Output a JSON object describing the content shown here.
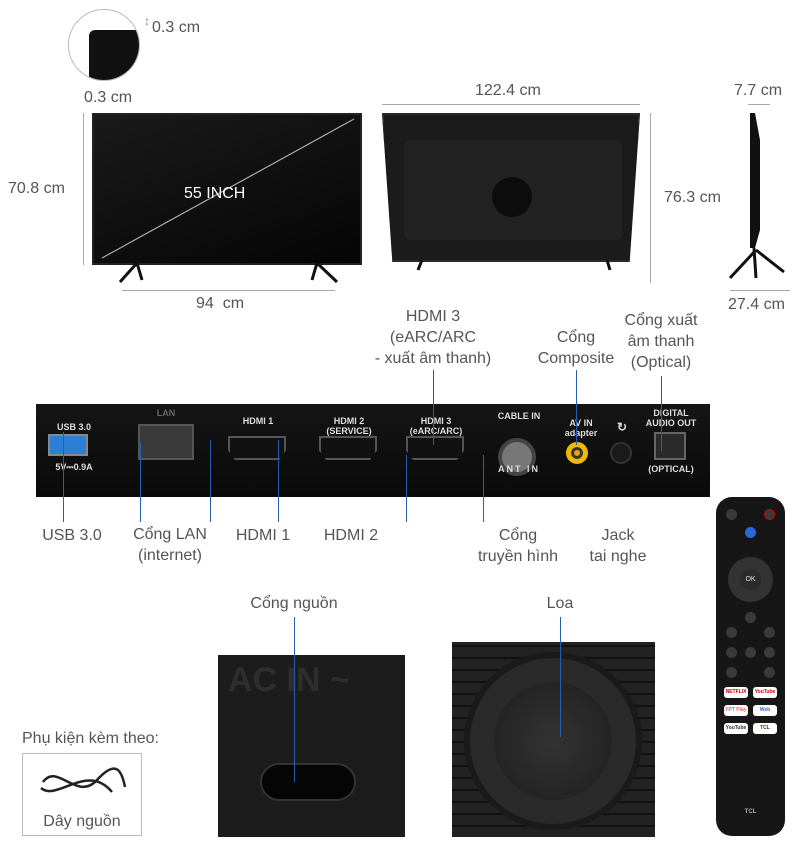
{
  "dimensions": {
    "bezel_side": "0.3 cm",
    "bezel_bottom": "0.3 cm",
    "front_height": "70.8 cm",
    "screen_size": "55 INCH",
    "stand_width": "94  cm",
    "width": "122.4 cm",
    "height_with_stand": "76.3 cm",
    "depth": "7.7 cm",
    "depth_with_stand": "27.4 cm"
  },
  "top_callouts": {
    "hdmi3": [
      "HDMI 3",
      "(eARC/ARC",
      "- xuất âm thanh)"
    ],
    "composite": [
      "Cổng",
      "Composite"
    ],
    "optical": [
      "Cổng xuất",
      "âm thanh",
      "(Optical)"
    ]
  },
  "panel_print": {
    "usb": "USB 3.0",
    "usb_power": "5V⎓0.9A",
    "lan": "LAN",
    "hdmi1": "HDMI 1",
    "hdmi2": [
      "HDMI 2",
      "(SERVICE)"
    ],
    "hdmi3": [
      "HDMI 3",
      "(eARC/ARC)"
    ],
    "cable": "CABLE IN",
    "ant": "ANT IN",
    "av": [
      "AV IN",
      "adapter"
    ],
    "audio": [
      "DIGITAL",
      "AUDIO OUT"
    ],
    "optical": "(OPTICAL)"
  },
  "bottom_callouts": {
    "usb": "USB 3.0",
    "lan": [
      "Cổng LAN",
      "(internet)"
    ],
    "hdmi1": "HDMI 1",
    "hdmi2": "HDMI 2",
    "tv": [
      "Cổng",
      "truyền hình"
    ],
    "jack": [
      "Jack",
      "tai nghe"
    ]
  },
  "power_port": {
    "label": "Cổng nguồn",
    "print": "AC IN ~"
  },
  "speaker": {
    "label": "Loa"
  },
  "accessories": {
    "title": "Phụ kiện kèm theo:",
    "item": "Dây nguồn"
  },
  "remote": {
    "brand": "TCL",
    "ok": "OK",
    "apps": [
      "NETFLIX",
      "YouTube",
      "FPT Play",
      "Web",
      "YouTube",
      "TCL"
    ]
  },
  "colors": {
    "callout_line": "#2a5db0",
    "dimension_line": "#aaaaaa",
    "text": "#555555"
  }
}
